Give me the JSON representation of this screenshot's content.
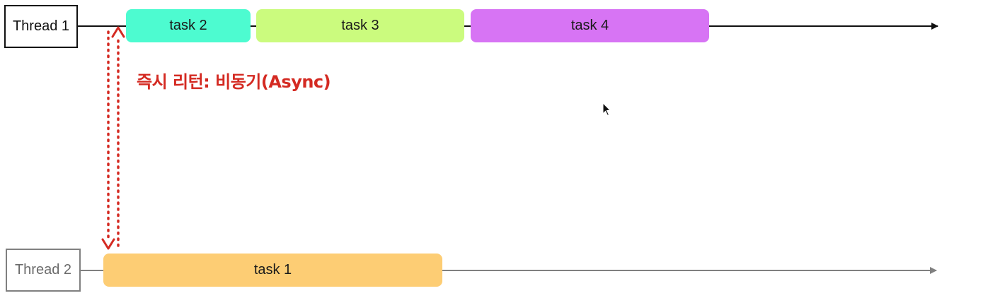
{
  "threads": [
    {
      "id": "thread1",
      "label": "Thread 1",
      "line_color": "#111111",
      "border_color": "#111111"
    },
    {
      "id": "thread2",
      "label": "Thread 2",
      "line_color": "#808080",
      "border_color": "#808080"
    }
  ],
  "tasks": [
    {
      "id": "task2",
      "label": "task 2",
      "thread": "Thread 1",
      "color": "#4dfbd0"
    },
    {
      "id": "task3",
      "label": "task 3",
      "thread": "Thread 1",
      "color": "#cbfb7e"
    },
    {
      "id": "task4",
      "label": "task 4",
      "thread": "Thread 1",
      "color": "#d774f4"
    },
    {
      "id": "task1",
      "label": "task 1",
      "thread": "Thread 2",
      "color": "#fdcd74"
    }
  ],
  "annotation": {
    "label": "즉시 리턴: 비동기(Async)",
    "color": "#d42a22",
    "style": "dotted double-headed arrow"
  },
  "icons": [
    "mouse-cursor-icon"
  ]
}
